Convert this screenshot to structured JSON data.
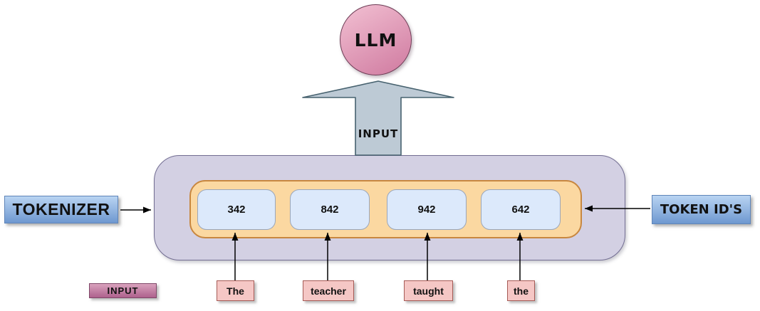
{
  "diagram": {
    "llm_label": "LLM",
    "input_arrow_label": "INPUT",
    "tokenizer_label": "TOKENIZER",
    "token_ids_label": "TOKEN ID'S",
    "legend_input_label": "INPUT",
    "token_ids": [
      "342",
      "842",
      "942",
      "642"
    ],
    "input_words": [
      "The",
      "teacher",
      "taught",
      "the"
    ]
  },
  "colors": {
    "circle_fill_top": "#edb6cb",
    "circle_fill_bottom": "#d17da2",
    "circle_stroke": "#6d3c55",
    "arrow_fill": "#bdcad5",
    "arrow_stroke": "#47626f",
    "container_fill": "#d3d0e3",
    "container_stroke": "#726d92",
    "token_group_fill": "#fbd8a1",
    "token_group_stroke": "#c8873f",
    "token_fill": "#dce9fb",
    "token_stroke": "#9aa6ba",
    "label_box_fill_top": "#b9d4f2",
    "label_box_fill_bottom": "#6e98d0",
    "label_box_stroke": "#5f85b9",
    "word_fill": "#f5c7c5",
    "word_stroke": "#a65b56",
    "legend_fill_top": "#d9a2bd",
    "legend_fill_bottom": "#ae618d",
    "legend_stroke": "#7e4667",
    "connector": "#000000"
  }
}
